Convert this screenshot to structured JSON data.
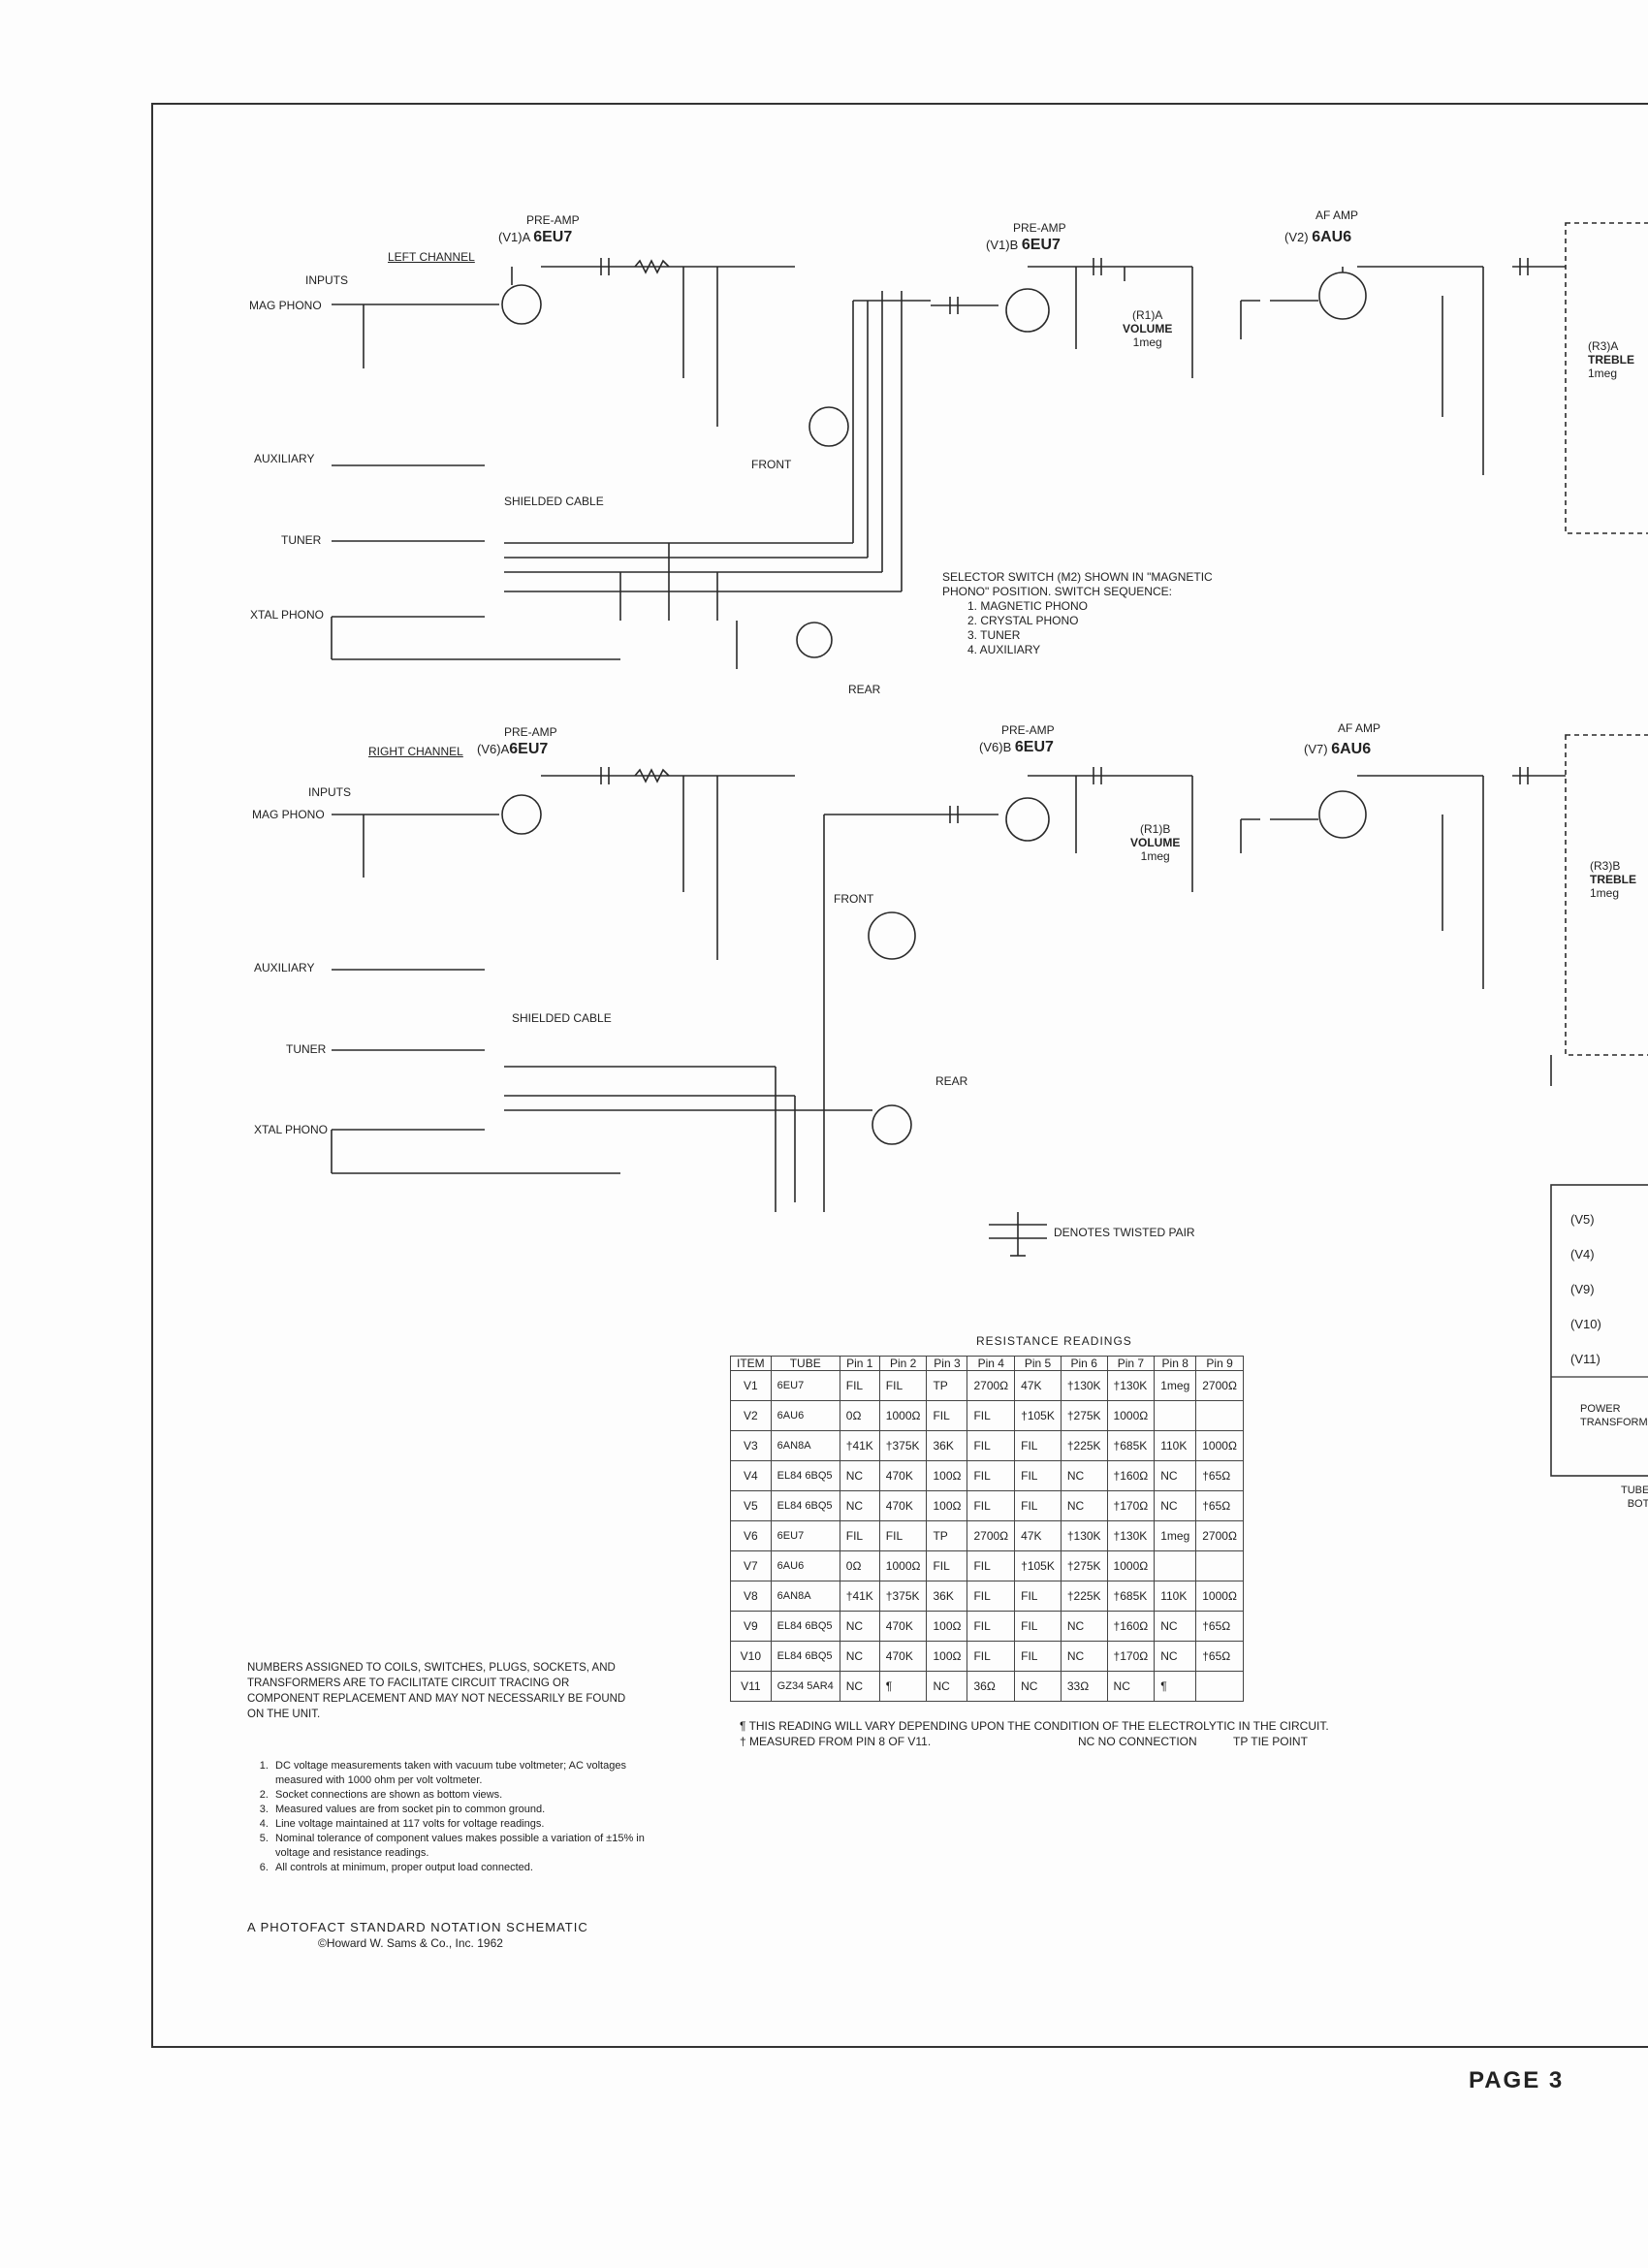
{
  "page_number": "PAGE 3",
  "left_channel": {
    "label": "LEFT CHANNEL",
    "inputs_label": "INPUTS",
    "inputs": [
      "MAG PHONO",
      "AUXILIARY",
      "TUNER",
      "XTAL PHONO"
    ],
    "preamp_a": {
      "title": "PRE-AMP",
      "tube_ref": "V1",
      "section": "A",
      "tube": "6EU7"
    },
    "preamp_b": {
      "title": "PRE-AMP",
      "tube_ref": "V1",
      "section": "B",
      "tube": "6EU7"
    },
    "af_amp": {
      "title": "AF AMP",
      "tube_ref": "V2",
      "tube": "6AU6"
    },
    "volume": {
      "ref": "R1",
      "section": "A",
      "label": "VOLUME",
      "value": "1meg"
    },
    "treble": {
      "ref": "R3",
      "section": "A",
      "label": "TREBLE",
      "value": "1meg"
    },
    "switch_front": "FRONT",
    "switch_rear": "REAR",
    "shielded_cable": "SHIELDED CABLE"
  },
  "right_channel": {
    "label": "RIGHT CHANNEL",
    "inputs_label": "INPUTS",
    "inputs": [
      "MAG PHONO",
      "AUXILIARY",
      "TUNER",
      "XTAL PHONO"
    ],
    "preamp_a": {
      "title": "PRE-AMP",
      "tube_ref": "V6",
      "section": "A",
      "tube": "6EU7"
    },
    "preamp_b": {
      "title": "PRE-AMP",
      "tube_ref": "V6",
      "section": "B",
      "tube": "6EU7"
    },
    "af_amp": {
      "title": "AF AMP",
      "tube_ref": "V7",
      "tube": "6AU6"
    },
    "volume": {
      "ref": "R1",
      "section": "B",
      "label": "VOLUME",
      "value": "1meg"
    },
    "treble": {
      "ref": "R3",
      "section": "B",
      "label": "TREBLE",
      "value": "1meg"
    },
    "switch_front": "FRONT",
    "switch_rear": "REAR",
    "shielded_cable": "SHIELDED CABLE"
  },
  "selector_note": [
    "SELECTOR SWITCH (M2) SHOWN IN \"MAGNETIC",
    "PHONO\" POSITION. SWITCH SEQUENCE:",
    "1. MAGNETIC PHONO",
    "2. CRYSTAL PHONO",
    "3. TUNER",
    "4. AUXILIARY"
  ],
  "twisted_pair": "DENOTES TWISTED PAIR",
  "resistance": {
    "title": "RESISTANCE READINGS",
    "headers": [
      "ITEM",
      "TUBE",
      "Pin 1",
      "Pin 2",
      "Pin 3",
      "Pin 4",
      "Pin 5",
      "Pin 6",
      "Pin 7",
      "Pin 8",
      "Pin 9"
    ],
    "rows": [
      [
        "V1",
        "6EU7",
        "FIL",
        "FIL",
        "TP",
        "2700Ω",
        "47K",
        "†130K",
        "†130K",
        "1meg",
        "2700Ω"
      ],
      [
        "V2",
        "6AU6",
        "0Ω",
        "1000Ω",
        "FIL",
        "FIL",
        "†105K",
        "†275K",
        "1000Ω",
        "",
        ""
      ],
      [
        "V3",
        "6AN8A",
        "†41K",
        "†375K",
        "36K",
        "FIL",
        "FIL",
        "†225K",
        "†685K",
        "110K",
        "1000Ω"
      ],
      [
        "V4",
        "EL84 6BQ5",
        "NC",
        "470K",
        "100Ω",
        "FIL",
        "FIL",
        "NC",
        "†160Ω",
        "NC",
        "†65Ω"
      ],
      [
        "V5",
        "EL84 6BQ5",
        "NC",
        "470K",
        "100Ω",
        "FIL",
        "FIL",
        "NC",
        "†170Ω",
        "NC",
        "†65Ω"
      ],
      [
        "V6",
        "6EU7",
        "FIL",
        "FIL",
        "TP",
        "2700Ω",
        "47K",
        "†130K",
        "†130K",
        "1meg",
        "2700Ω"
      ],
      [
        "V7",
        "6AU6",
        "0Ω",
        "1000Ω",
        "FIL",
        "FIL",
        "†105K",
        "†275K",
        "1000Ω",
        "",
        ""
      ],
      [
        "V8",
        "6AN8A",
        "†41K",
        "†375K",
        "36K",
        "FIL",
        "FIL",
        "†225K",
        "†685K",
        "110K",
        "1000Ω"
      ],
      [
        "V9",
        "EL84 6BQ5",
        "NC",
        "470K",
        "100Ω",
        "FIL",
        "FIL",
        "NC",
        "†160Ω",
        "NC",
        "†65Ω"
      ],
      [
        "V10",
        "EL84 6BQ5",
        "NC",
        "470K",
        "100Ω",
        "FIL",
        "FIL",
        "NC",
        "†170Ω",
        "NC",
        "†65Ω"
      ],
      [
        "V11",
        "GZ34 5AR4",
        "NC",
        "¶",
        "NC",
        "36Ω",
        "NC",
        "33Ω",
        "NC",
        "¶",
        ""
      ]
    ],
    "footnote_1": "¶   THIS READING WILL VARY DEPENDING UPON THE CONDITION OF THE ELECTROLYTIC IN THE CIRCUIT.",
    "footnote_2": "†   MEASURED FROM PIN 8 OF V11.",
    "footnote_nc": "NC   NO CONNECTION",
    "footnote_tp": "TP   TIE POINT"
  },
  "numbers_note": "NUMBERS ASSIGNED TO COILS, SWITCHES, PLUGS, SOCKETS, AND TRANSFORMERS ARE TO FACILITATE CIRCUIT TRACING OR COMPONENT REPLACEMENT AND MAY NOT NECESSARILY BE FOUND ON THE UNIT.",
  "notes": [
    "DC voltage measurements taken with vacuum tube voltmeter; AC voltages measured with 1000 ohm per volt voltmeter.",
    "Socket connections are shown as bottom views.",
    "Measured values are from socket pin to common ground.",
    "Line voltage maintained at 117 volts for voltage readings.",
    "Nominal tolerance of component values makes possible a variation of ±15% in voltage and resistance readings.",
    "All controls at minimum, proper output load connected."
  ],
  "photofact": "A PHOTOFACT STANDARD NOTATION SCHEMATIC",
  "copyright": "©Howard W. Sams & Co., Inc. 1962",
  "power_box": {
    "tubes": [
      "V5",
      "V4",
      "V9",
      "V10",
      "V11"
    ],
    "power_label": "POWER",
    "transformer_label": "TRANSFORM",
    "tube_label": "TUBE",
    "bottom_label": "BOT"
  },
  "colors": {
    "ink": "#2a2a2a",
    "paper": "#fdfdfd",
    "frame": "#333333"
  }
}
